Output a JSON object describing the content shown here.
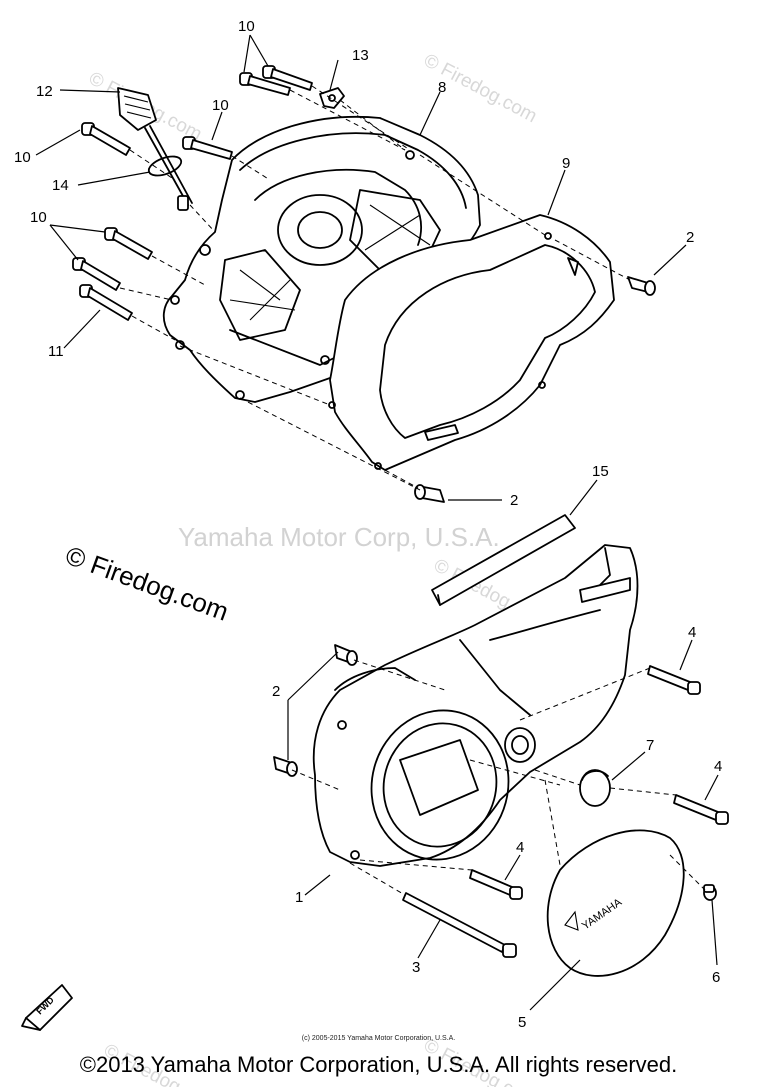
{
  "watermarks": {
    "firedog_small": "© Firedog.com",
    "center": "Yamaha Motor Corp, U.S.A.",
    "firedog_big": "© Firedog.com"
  },
  "callouts": [
    "1",
    "2",
    "2",
    "2",
    "3",
    "4",
    "4",
    "4",
    "5",
    "6",
    "7",
    "8",
    "9",
    "10",
    "10",
    "10",
    "10",
    "11",
    "12",
    "13",
    "14",
    "15"
  ],
  "cover_text": {
    "yamaha": "YAMAHA",
    "fwd": "FWD"
  },
  "copyright_small": "(c) 2005-2015 Yamaha Motor Corporation, U.S.A.",
  "copyright_footer": "©2013 Yamaha Motor Corporation, U.S.A. All rights reserved."
}
